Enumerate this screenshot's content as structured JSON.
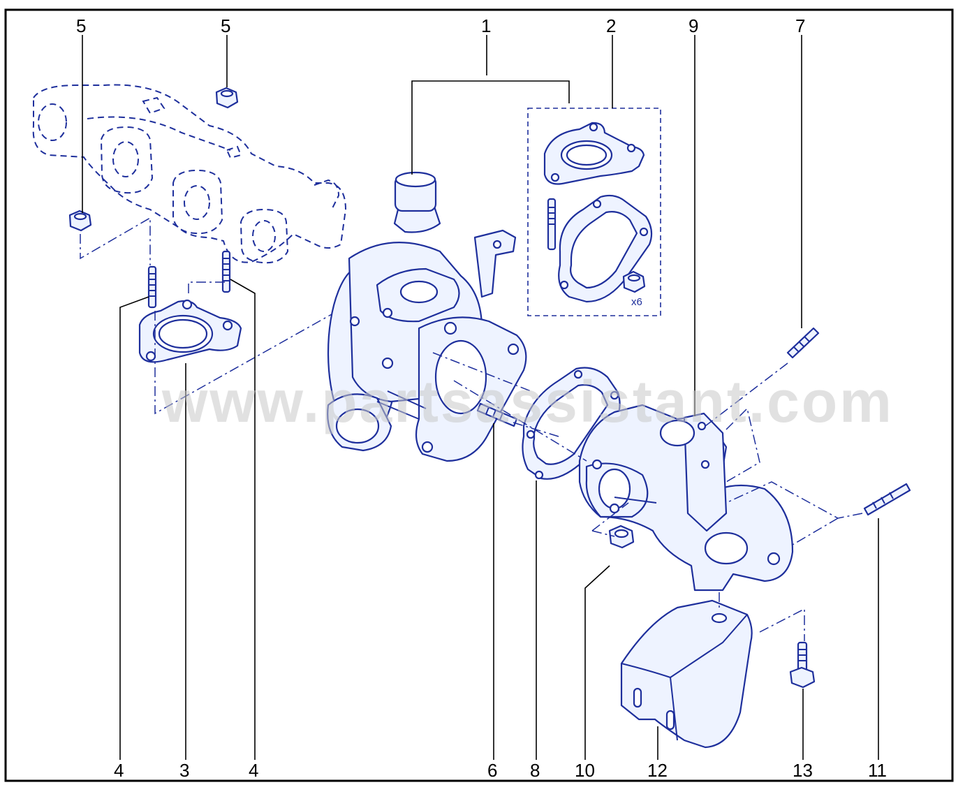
{
  "diagram": {
    "watermark": "www.partsassistant.com",
    "kit_quantity_note": "x6",
    "callouts": [
      {
        "id": "5a",
        "label": "5"
      },
      {
        "id": "5b",
        "label": "5"
      },
      {
        "id": "1",
        "label": "1"
      },
      {
        "id": "2",
        "label": "2"
      },
      {
        "id": "9",
        "label": "9"
      },
      {
        "id": "7",
        "label": "7"
      },
      {
        "id": "4a",
        "label": "4"
      },
      {
        "id": "3",
        "label": "3"
      },
      {
        "id": "4b",
        "label": "4"
      },
      {
        "id": "6",
        "label": "6"
      },
      {
        "id": "8",
        "label": "8"
      },
      {
        "id": "10",
        "label": "10"
      },
      {
        "id": "12",
        "label": "12"
      },
      {
        "id": "13",
        "label": "13"
      },
      {
        "id": "11",
        "label": "11"
      }
    ]
  },
  "colors": {
    "line": "#1e2f9c",
    "fill": "#eef3ff",
    "frame": "#000000",
    "watermark": "#c8c8c8"
  }
}
